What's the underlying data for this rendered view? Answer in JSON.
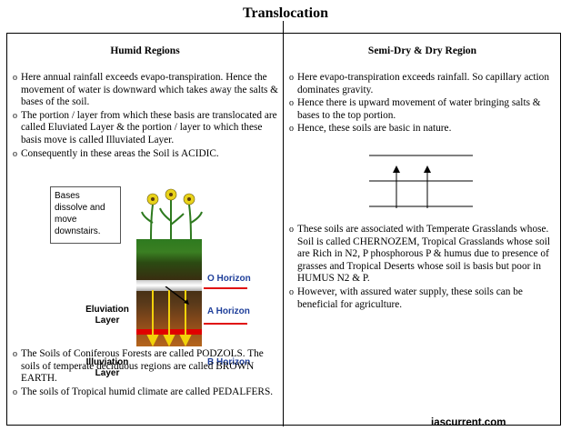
{
  "title": "Translocation",
  "left": {
    "heading": "Humid Regions",
    "bullets_top": [
      "Here annual rainfall exceeds  evapo-transpiration. Hence the movement of water is downward which takes away the salts & bases of the soil.",
      "The portion / layer from which these basis are translocated are called Eluviated Layer & the portion / layer to which these basis move is called Illuviated Layer.",
      "Consequently in these areas the Soil is ACIDIC."
    ],
    "bullets_bottom": [
      "The Soils of Coniferous Forests are called PODZOLS. The soils of temperate  deciduous regions are called BROWN EARTH.",
      "The soils of Tropical humid climate are called PEDALFERS."
    ],
    "diagram": {
      "callout": "Bases\ndissolve  and\nmove\ndownstairs.",
      "eluviation_label": "Eluviation\nLayer",
      "illuviation_label": "Illuviation\nLayer",
      "o_horizon": "O Horizon",
      "a_horizon": "A Horizon",
      "b_horizon": "B Horizon"
    }
  },
  "right": {
    "heading": "Semi-Dry & Dry Region",
    "bullets_top": [
      "Here evapo-transpiration exceeds rainfall. So capillary action dominates gravity.",
      "Hence there is upward movement of water bringing salts & bases to the top portion.",
      "Hence, these soils are basic in nature."
    ],
    "bullets_bottom": [
      "These soils are associated with Temperate Grasslands whose. Soil is called CHERNOZEM, Tropical Grasslands whose soil are Rich in N2, P phosphorous P & humus due to presence of grasses and Tropical Deserts whose soil is basis but poor in HUMUS N2 & P.",
      "However, with assured water supply, these soils can be beneficial  for agriculture."
    ]
  },
  "bullet_marker": "o",
  "footer": "iascurrent.com"
}
